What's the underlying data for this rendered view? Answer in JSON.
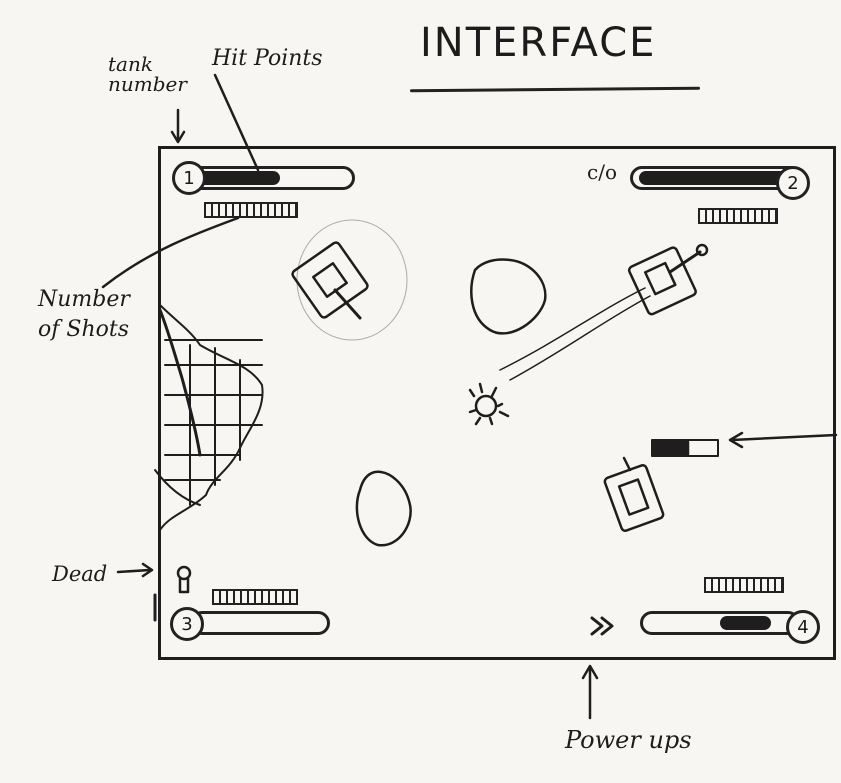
{
  "title": "INTERFACE",
  "annotations": {
    "tank_number": "tank number",
    "hit_points": "Hit Points",
    "number_of_shots": "Number of Shots",
    "dead": "Dead",
    "power_ups": "Power ups"
  },
  "tanks": [
    {
      "number": "1",
      "hp_fraction": 0.55
    },
    {
      "number": "2",
      "hp_fraction": 0.95
    },
    {
      "number": "3",
      "hp_fraction": 0.0
    },
    {
      "number": "4",
      "hp_fraction": 0.35
    }
  ],
  "powerup_label": "c/o"
}
